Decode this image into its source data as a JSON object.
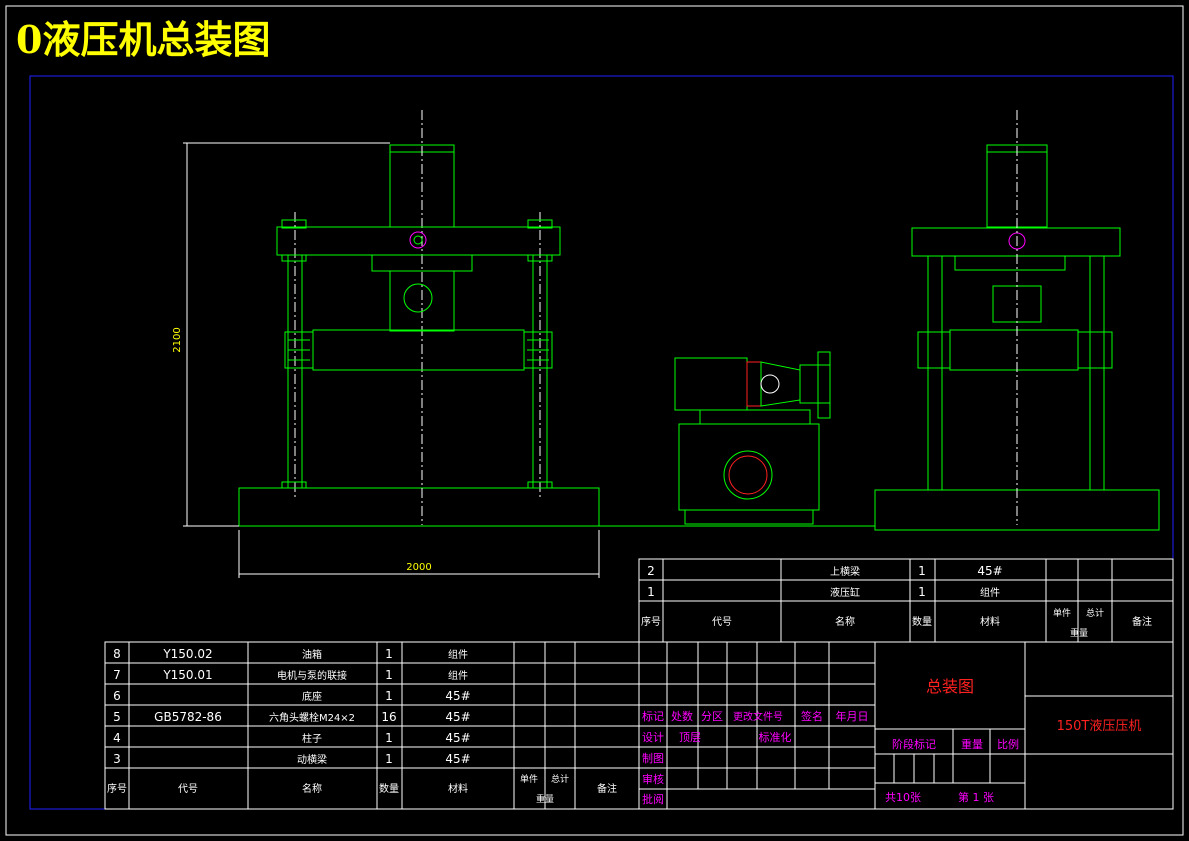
{
  "title": "0液压机总装图",
  "colors": {
    "background": "#000000",
    "frame": "#2020ff",
    "outline": "#00ff00",
    "table": "#ffffff",
    "title": "#ffff00",
    "highlight": "#ff00ff",
    "red": "#ff2020"
  },
  "dimensions": {
    "height": "2100",
    "width": "2000"
  },
  "bom_top": {
    "rows": [
      {
        "no": "2",
        "code": "",
        "name": "上横梁",
        "qty": "1",
        "material": "45#"
      },
      {
        "no": "1",
        "code": "",
        "name": "液压缸",
        "qty": "1",
        "material": "组件"
      }
    ]
  },
  "bom_bottom": {
    "rows": [
      {
        "no": "8",
        "code": "Y150.02",
        "name": "油箱",
        "qty": "1",
        "material": "组件"
      },
      {
        "no": "7",
        "code": "Y150.01",
        "name": "电机与泵的联接",
        "qty": "1",
        "material": "组件"
      },
      {
        "no": "6",
        "code": "",
        "name": "底座",
        "qty": "1",
        "material": "45#"
      },
      {
        "no": "5",
        "code": "GB5782-86",
        "name": "六角头螺栓M24×2",
        "qty": "16",
        "material": "45#"
      },
      {
        "no": "4",
        "code": "",
        "name": "柱子",
        "qty": "1",
        "material": "45#"
      },
      {
        "no": "3",
        "code": "",
        "name": "动横梁",
        "qty": "1",
        "material": "45#"
      }
    ]
  },
  "bom_header": {
    "no": "序号",
    "code": "代号",
    "name": "名称",
    "qty": "数量",
    "material": "材料",
    "single": "单件",
    "total": "总计",
    "weight": "重量",
    "remark": "备注"
  },
  "title_block": {
    "marks": [
      "标记",
      "处数",
      "分区",
      "更改文件号",
      "签名",
      "年月日"
    ],
    "design": "设计",
    "standard_label": "标准化",
    "layer": "顶层",
    "draw": "制图",
    "check": "审核",
    "approve": "批阅",
    "drawing_name": "总装图",
    "product": "150T液压压机",
    "stage": "阶段标记",
    "weight": "重量",
    "scale": "比例",
    "sheets": "共10张",
    "sheet_no": "第 1 张"
  }
}
